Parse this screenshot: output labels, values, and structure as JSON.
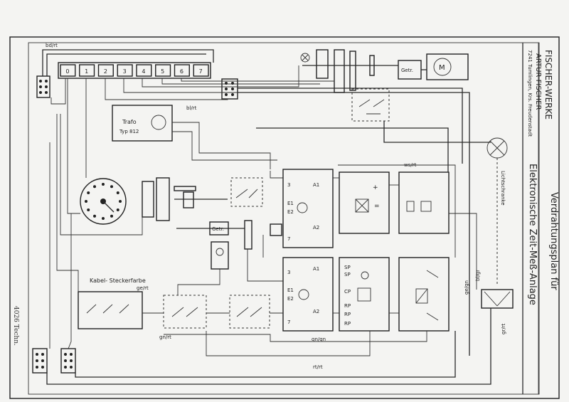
{
  "title_block": {
    "company": "FISCHER-WERKE",
    "owner": "ARTUR FISCHER",
    "address": "7241 Tumlingen, Krs. Freudenstadt",
    "title": "Verdrahtungsplan für",
    "subtitle": "Elektronische Zeit-Meß-Anlage"
  },
  "handwritten": {
    "margin_note": "4026 Techn."
  },
  "terminals": [
    "0",
    "1",
    "2",
    "3",
    "4",
    "5",
    "6",
    "7"
  ],
  "labels": {
    "trafo": "Trafo",
    "trafo_type": "Typ 812",
    "getr_top": "Getr.",
    "getr_mid": "Getr.",
    "motor": "M",
    "lichtschranke": "Lichtschranke",
    "kabel": "Kabel- Steckerfarbe",
    "wire_bdrt": "bd/rt",
    "wire_blrt": "bl/rt",
    "wire_wsrt": "ws/rt",
    "wire_gert": "ge/rt",
    "wire_gnrt": "gn/rt",
    "wire_gngn": "gn/gn",
    "wire_rtrt": "rt/rt",
    "wire_grrt": "gr/rt",
    "wire_gegn": "ge/gn",
    "wire_bigr": "bl/gr"
  },
  "module_top_left": {
    "pins": [
      "3",
      "E1",
      "E2",
      "7"
    ],
    "outputs": [
      "A1",
      "A2"
    ]
  },
  "module_bottom_left": {
    "pins": [
      "3",
      "E1",
      "E2",
      "7"
    ],
    "outputs": [
      "A1",
      "A2"
    ]
  },
  "module_bottom_mid": {
    "pins": [
      "SP",
      "SP",
      "CP",
      "RP",
      "RP",
      "RP"
    ]
  }
}
